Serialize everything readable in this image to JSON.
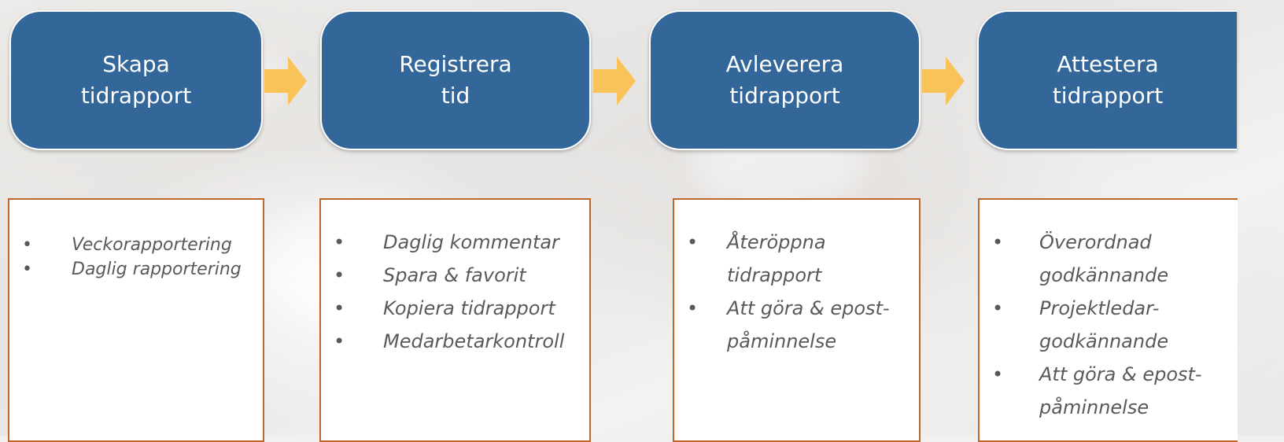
{
  "steps": [
    {
      "line1": "Skapa",
      "line2": "tidrapport"
    },
    {
      "line1": "Registrera",
      "line2": "tid"
    },
    {
      "line1": "Avleverera",
      "line2": "tidrapport"
    },
    {
      "line1": "Attestera",
      "line2": "tidrapport"
    }
  ],
  "cards": [
    {
      "items": [
        "Veckorapportering",
        "Daglig rapportering"
      ]
    },
    {
      "items": [
        "Daglig kommentar",
        "Spara & favorit",
        "Kopiera tidrapport",
        "Medarbetarkontroll"
      ]
    },
    {
      "items": [
        {
          "line1": "Återöppna",
          "line2": "tidrapport"
        },
        {
          "line1": "Att göra & epost-",
          "line2": "påminnelse"
        }
      ]
    },
    {
      "items": [
        {
          "line1": "Överordnad",
          "line2": "godkännande"
        },
        {
          "line1": "Projektledar-",
          "line2": "godkännande"
        },
        {
          "line1": "Att göra & epost-",
          "line2": "påminnelse"
        }
      ]
    }
  ],
  "colors": {
    "step_fill": "#336699",
    "arrow_fill": "#f9c35a",
    "card_border": "#c0652c",
    "bullet_text": "#595959"
  },
  "bullet_char": "•"
}
